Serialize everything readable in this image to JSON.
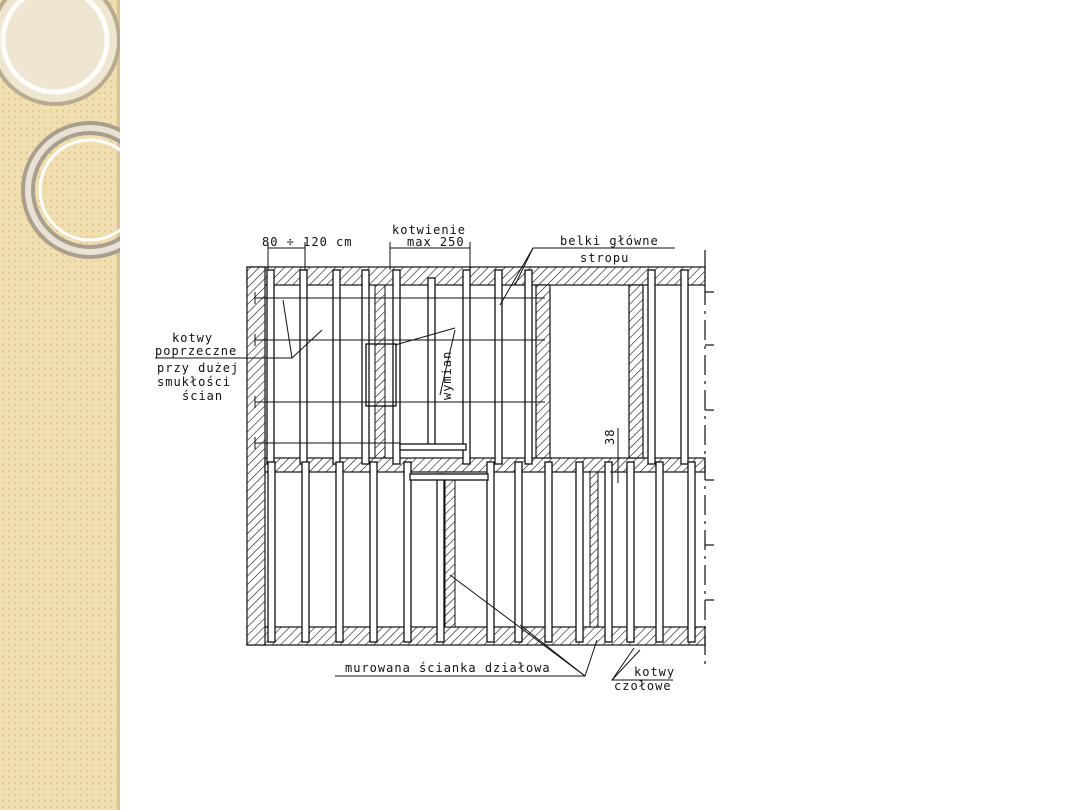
{
  "colors": {
    "sidebar": "#f1dfb2",
    "sidebar_pattern": "#e2c98f",
    "sidebar_edge": "#d9c49a",
    "ink": "#111111",
    "circle_ring": "#b8ab8f"
  },
  "labels": {
    "spacing": "80 ÷ 120 cm",
    "anchoring_line1": "kotwienie",
    "anchoring_line2": "max 250",
    "main_beams_line1": "belki  główne",
    "main_beams_line2": "stropu",
    "cross_anchors_line1": "kotwy",
    "cross_anchors_line2": "poprzeczne",
    "slender_line1": "przy dużej",
    "slender_line2": "smukłości",
    "slender_line3": "ścian",
    "trimmer": "wymian",
    "dimension_38": "38",
    "partition_wall": "murowana  ścianka  działowa",
    "end_anchors_line1": "kotwy",
    "end_anchors_line2": "czołowe"
  },
  "icons": [
    "decorative-ring-icon",
    "decorative-ring-icon"
  ]
}
